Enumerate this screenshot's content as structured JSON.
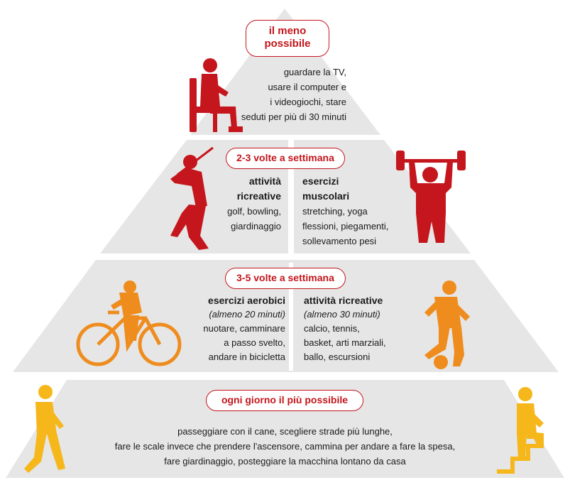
{
  "tiers": {
    "top": {
      "label": "il meno possibile",
      "label_line1": "il meno",
      "label_line2": "possibile",
      "lines": [
        "guardare la TV,",
        "usare il computer e",
        "i videogiochi, stare",
        "seduti per più di 30 minuti"
      ]
    },
    "second": {
      "label": "2-3 volte a settimana",
      "left": {
        "title_line1": "attività",
        "title_line2": "ricreative",
        "lines": [
          "golf, bowling,",
          "giardinaggio"
        ]
      },
      "right": {
        "title_line1": "esercizi",
        "title_line2": "muscolari",
        "lines": [
          "stretching, yoga",
          "flessioni, piegamenti,",
          "sollevamento pesi"
        ]
      }
    },
    "third": {
      "label": "3-5 volte a settimana",
      "left": {
        "title": "esercizi aerobici",
        "note": "(almeno 20 minuti)",
        "lines": [
          "nuotare, camminare",
          "a passo svelto,",
          "andare in bicicletta"
        ]
      },
      "right": {
        "title": "attività ricreative",
        "note": "(almeno 30 minuti)",
        "lines": [
          "calcio, tennis,",
          "basket, arti marziali,",
          "ballo, escursioni"
        ]
      }
    },
    "base": {
      "label": "ogni giorno il più possibile",
      "lines": [
        "passeggiare con il cane, scegliere strade più lunghe,",
        "fare le scale invece che prendere l'ascensore, cammina per andare a fare la spesa,",
        "fare giardinaggio, posteggiare la macchina lontano da casa"
      ]
    }
  },
  "colors": {
    "tier_bg": "#e6e6e6",
    "accent_red": "#c4161c",
    "figure_red": "#c4161c",
    "figure_orange": "#ef8c1e",
    "figure_yellow": "#f5b71a"
  },
  "icons": [
    "sitting-person-icon",
    "golfer-icon",
    "weightlifter-icon",
    "cyclist-icon",
    "soccer-player-icon",
    "walking-person-icon",
    "stair-climber-icon"
  ]
}
